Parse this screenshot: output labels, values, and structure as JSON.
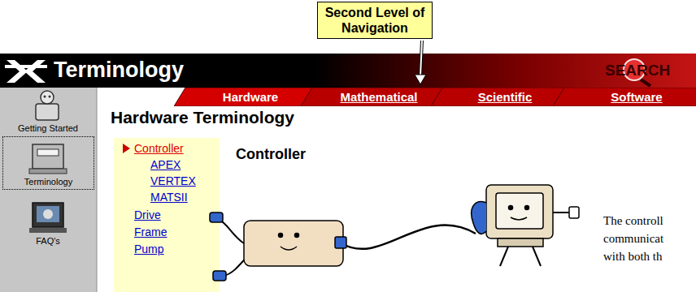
{
  "diagram": {
    "nodes": [
      {
        "text": [
          "Second Level of Navigation"
        ]
      },
      {
        "text": [
          "Hardware"
        ]
      },
      {
        "text": [
          "Mathematical"
        ]
      },
      {
        "text": [
          "Scientific"
        ]
      },
      {
        "text": [
          "Software"
        ]
      },
      {
        "text": [
          "Terminology"
        ]
      }
    ],
    "labels": [
      "Terminology",
      "SEARCH",
      "Getting Started",
      "FAQ's",
      "Hardware Terminology",
      "Controller",
      "APEX",
      "VERTEX",
      "MATSII",
      "Drive",
      "Frame",
      "Pump",
      "Controller",
      "The controll",
      "communicat",
      "with both th"
    ]
  }
}
